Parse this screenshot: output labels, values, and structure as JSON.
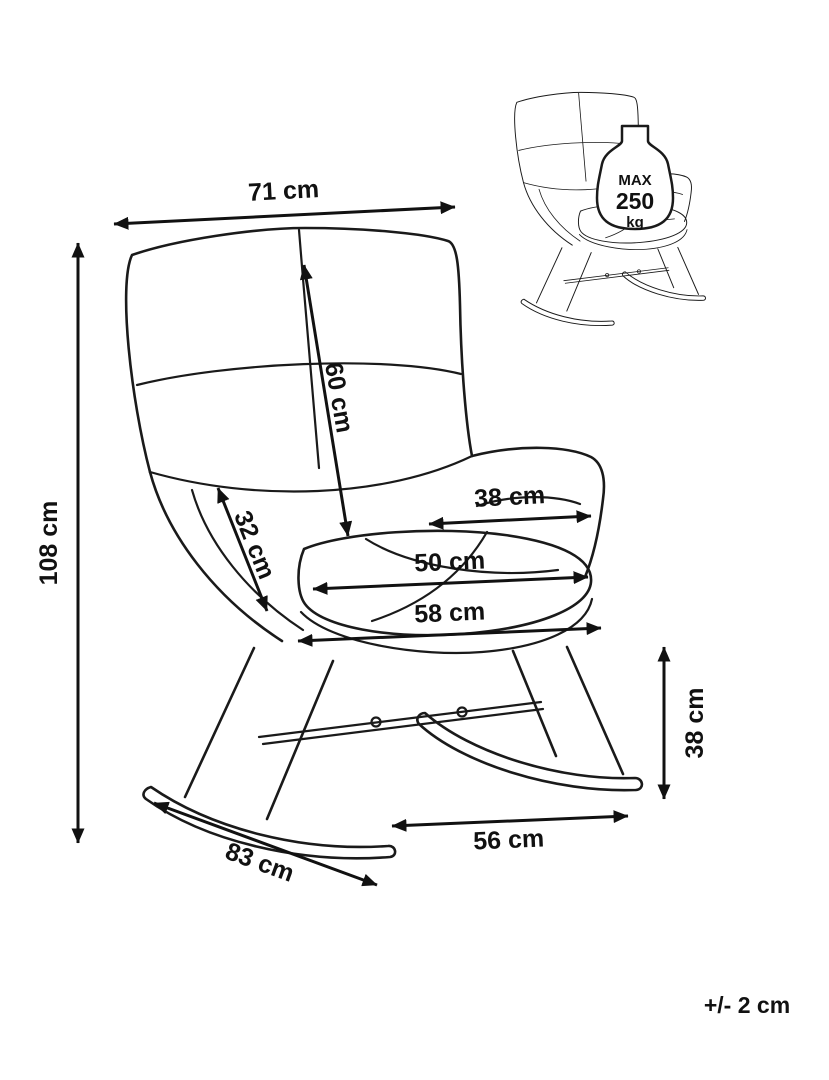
{
  "diagram": {
    "type": "furniture-dimension-drawing",
    "subject": "rocking-chair",
    "colors": {
      "ink": "#1a1a1a",
      "background": "#ffffff"
    },
    "labels": {
      "width_top": "71 cm",
      "height_total": "108 cm",
      "backrest_length": "60 cm",
      "side_depth": "32 cm",
      "armrest_width": "38 cm",
      "seat_width": "50 cm",
      "seat_outer_width": "58 cm",
      "rocker_height": "38 cm",
      "rocker_span": "56 cm",
      "base_length": "83 cm"
    },
    "max_load": {
      "prefix": "MAX",
      "value": "250",
      "unit": "kg"
    },
    "tolerance": "+/- 2 cm"
  }
}
